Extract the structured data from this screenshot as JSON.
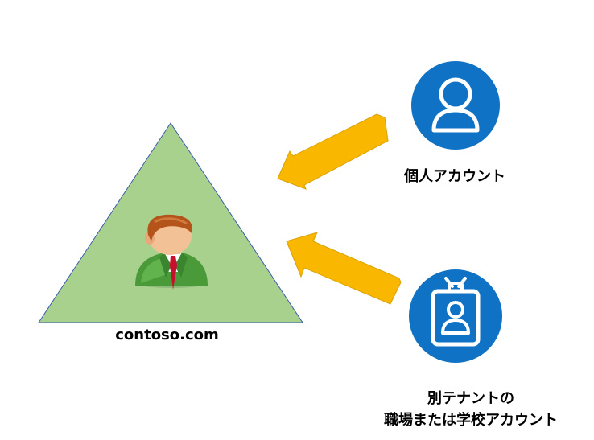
{
  "tenant": {
    "domain": "contoso.com",
    "triangle_color": "#a9d18e",
    "triangle_stroke": "#3b5ca8"
  },
  "personal_account": {
    "label": "個人アカウント",
    "icon": "user-icon",
    "circle_color": "#0f72c4"
  },
  "work_account": {
    "label_line1": "別テナントの",
    "label_line2": "職場または学校アカウント",
    "icon": "id-badge-icon",
    "circle_color": "#0f72c4"
  },
  "arrow_color": "#f9b700",
  "user_figure": {
    "icon": "businessman-icon",
    "suit_color": "#4a9a3a",
    "tie_color": "#c8102e",
    "hair_color": "#b4541b"
  }
}
